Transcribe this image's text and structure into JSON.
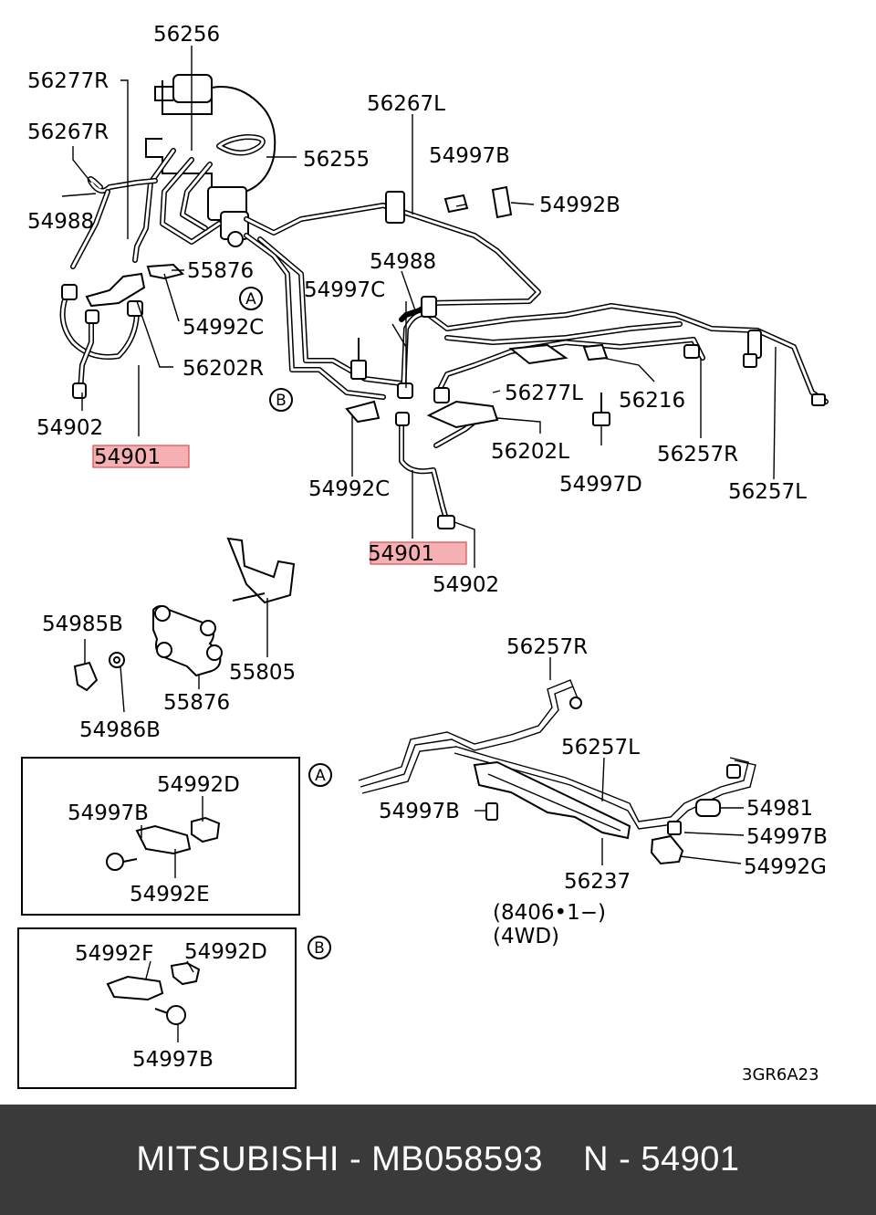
{
  "labels": {
    "p56256": "56256",
    "p56277R": "56277R",
    "p56267R": "56267R",
    "p54988_left": "54988",
    "p56255": "56255",
    "p56267L": "56267L",
    "p54997B_top": "54997B",
    "p54992B": "54992B",
    "p55876_top": "55876",
    "p54988_mid": "54988",
    "p54997C": "54997C",
    "p54992C_left": "54992C",
    "p56202R": "56202R",
    "p54902_left": "54902",
    "p54901_left": "54901",
    "p56277L": "56277L",
    "p56216": "56216",
    "p56202L": "56202L",
    "p54997D": "54997D",
    "p56257R_top": "56257R",
    "p56257L_top": "56257L",
    "p54992C_mid": "54992C",
    "p54901_mid": "54901",
    "p54902_mid": "54902",
    "p54985B": "54985B",
    "p55805": "55805",
    "p55876_bottom": "55876",
    "p54986B": "54986B",
    "p56257R_bottom": "56257R",
    "p56257L_bottom": "56257L",
    "p54997B_bottom": "54997B",
    "p54981": "54981",
    "p54997B_right": "54997B",
    "p54992G": "54992G",
    "p56237": "56237",
    "date_note": "(8406•1−)",
    "drive_note": "(4WD)",
    "boxA_54992D": "54992D",
    "boxA_54997B": "54997B",
    "boxA_54992E": "54992E",
    "boxB_54992F": "54992F",
    "boxB_54992D": "54992D",
    "boxB_54997B": "54997B",
    "diagram_code": "3GR6A23"
  },
  "markers": {
    "a": "A",
    "b": "B"
  },
  "footer": {
    "text": "MITSUBISHI - MB058593    N - 54901"
  },
  "colors": {
    "highlight": "#f4a3a6",
    "footer_bg": "#3a3a3a"
  }
}
